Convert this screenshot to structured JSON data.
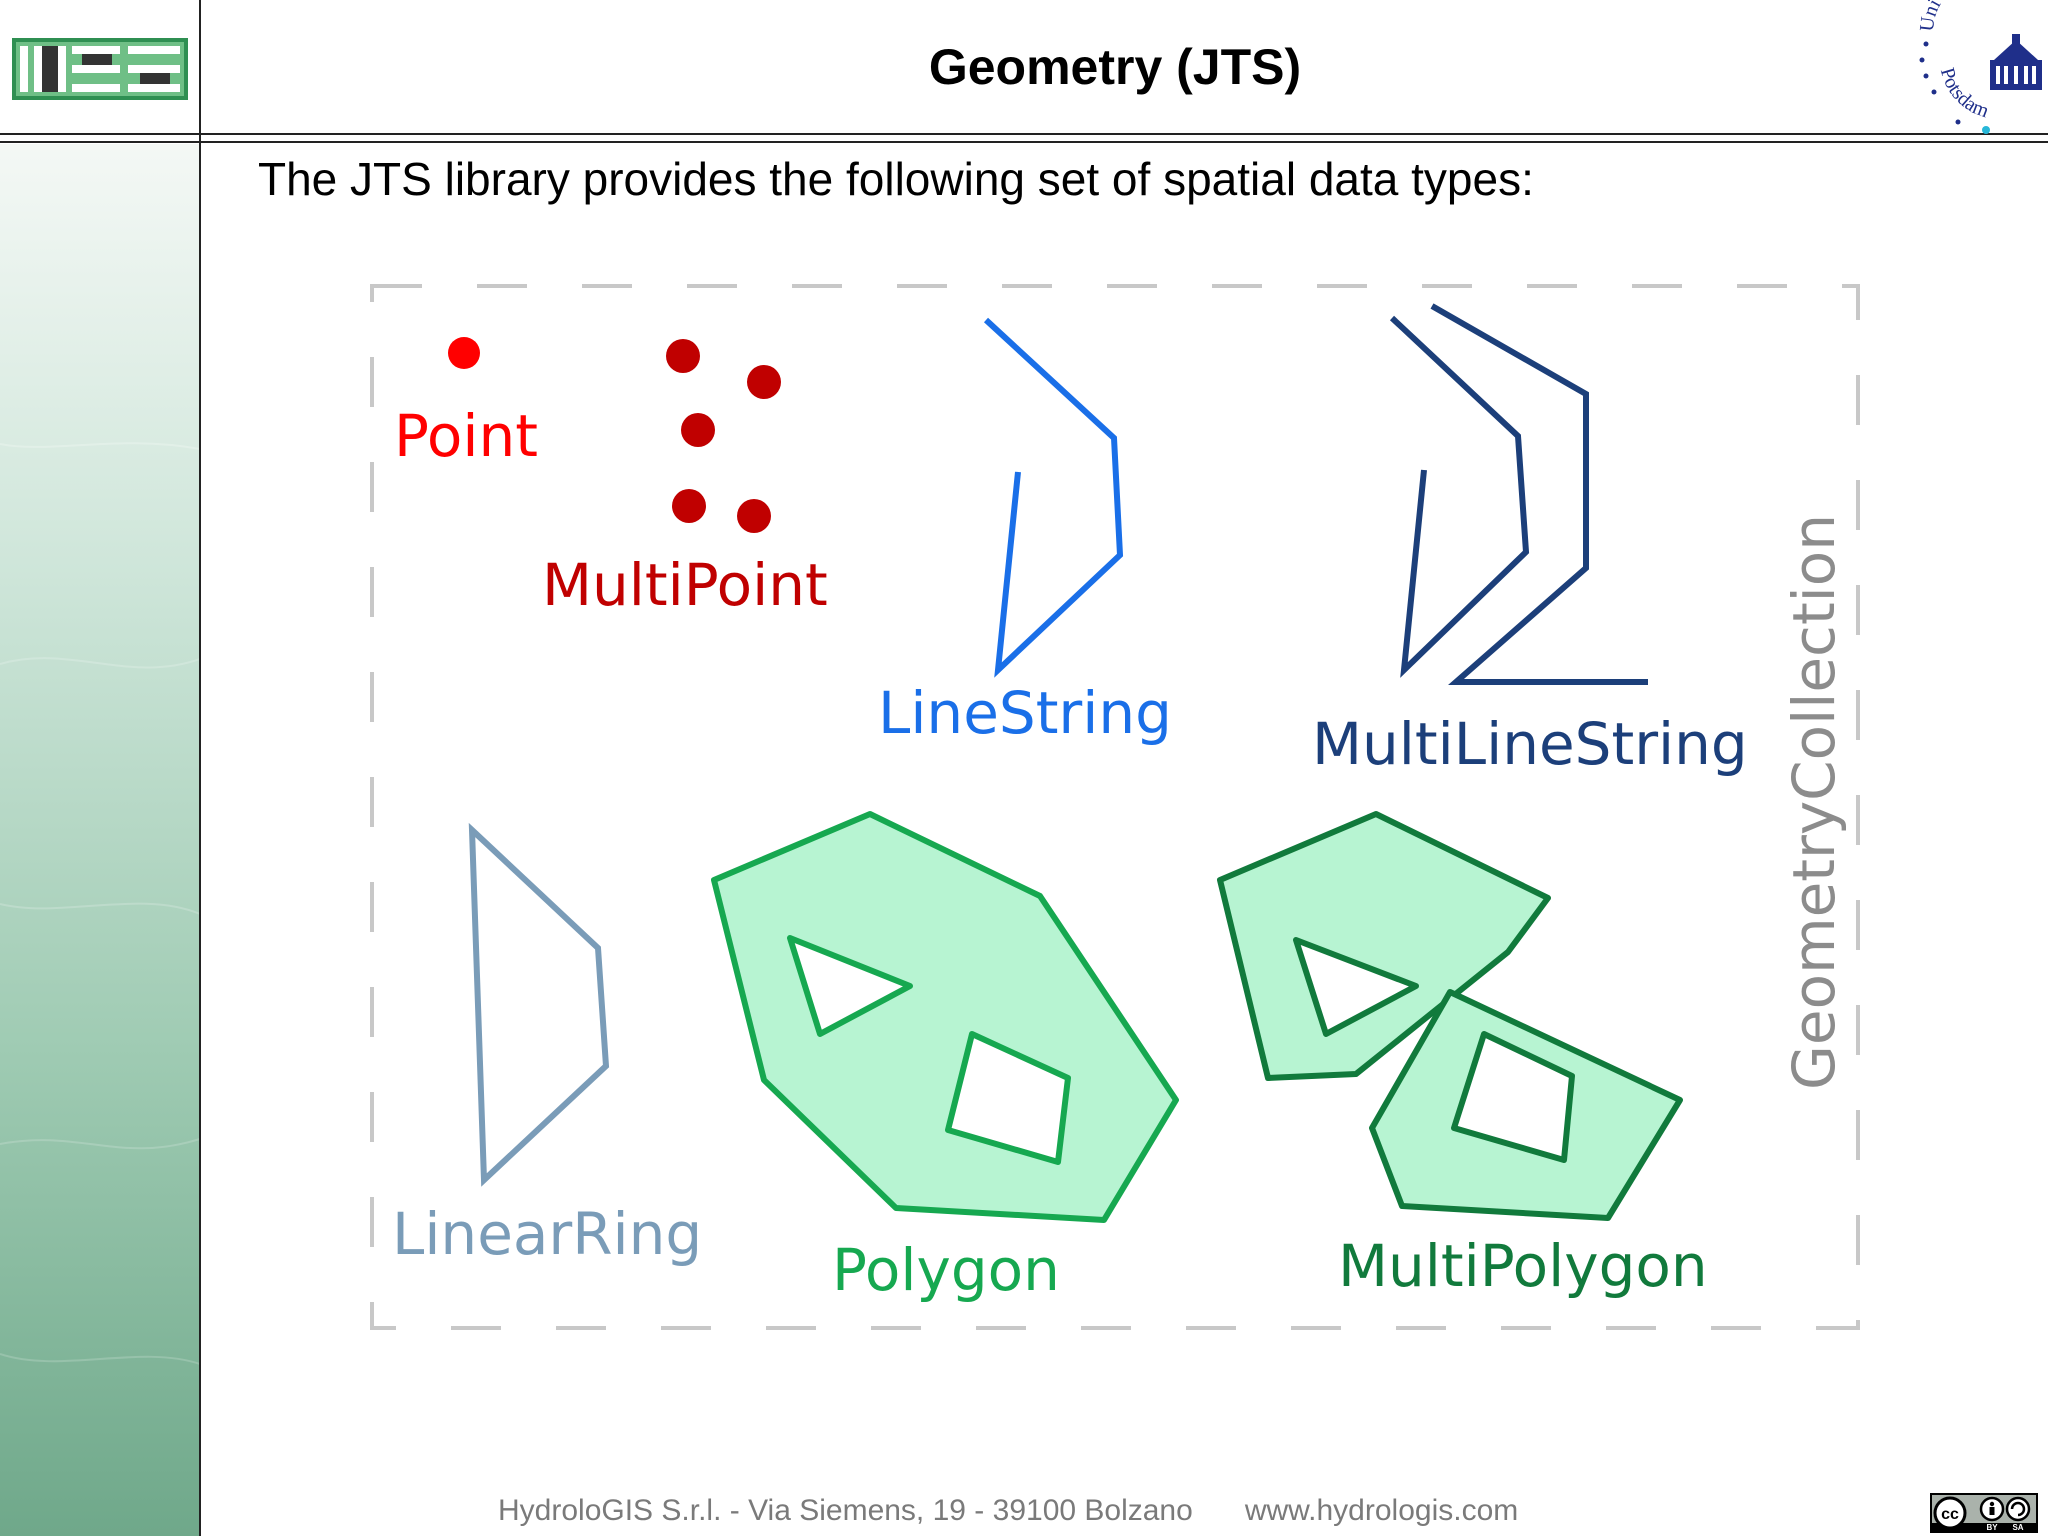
{
  "header": {
    "title": "Geometry (JTS)",
    "logo_left": "hgs-logo",
    "logo_right": {
      "text": "Universität Potsdam",
      "icon": "university-building-icon"
    }
  },
  "intro": "The JTS library provides the following set of spatial data types:",
  "diagram": {
    "labels": {
      "point": "Point",
      "multipoint": "MultiPoint",
      "linestring": "LineString",
      "multilinestring": "MultiLineString",
      "linearring": "LinearRing",
      "polygon": "Polygon",
      "multipolygon": "MultiPolygon",
      "collection": "GeometryCollection"
    },
    "colors": {
      "point": "#ff0000",
      "multipoint": "#c00000",
      "linestring": "#1a6fe8",
      "multilinestring": "#1c3f7a",
      "linearring": "#7a9cb8",
      "polygon_stroke": "#16a850",
      "polygon_fill": "#b7f4d2",
      "multipolygon_stroke": "#117a3c",
      "collection": "#8c8c8c",
      "collection_border": "#c8c8c8"
    }
  },
  "footer": {
    "address": "HydroloGIS S.r.l. - Via Siemens, 19 - 39100 Bolzano",
    "website": "www.hydrologis.com",
    "license": "cc-by-sa-badge",
    "license_text": {
      "cc": "cc",
      "by": "BY",
      "sa": "SA"
    }
  }
}
